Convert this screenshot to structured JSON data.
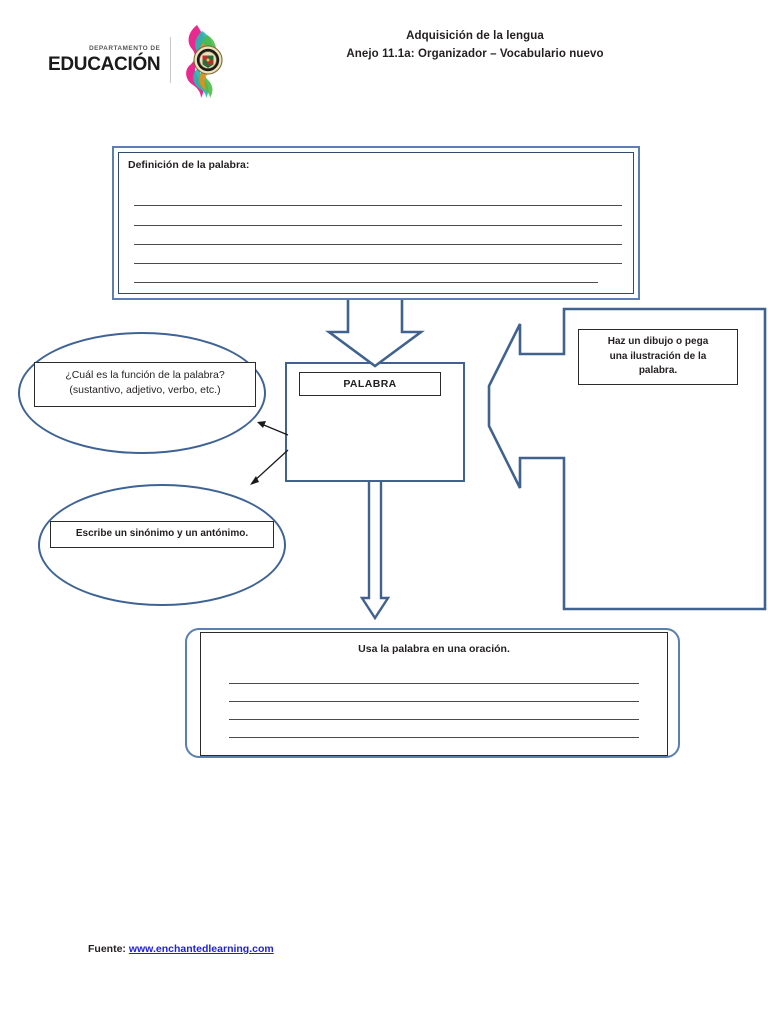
{
  "header": {
    "logo": {
      "dept_label": "DEPARTAMENTO DE",
      "org_label": "EDUCACIÓN",
      "mark_name": "puerto-rico-education-seal"
    },
    "title_line1": "Adquisición de la lengua",
    "title_line2": "Anejo 11.1a: Organizador – Vocabulario nuevo"
  },
  "definition": {
    "label": "Definición de la palabra:",
    "writing_lines": 5
  },
  "center": {
    "word_label": "PALABRA"
  },
  "callouts": {
    "funcion": {
      "line1": "¿Cuál es la función de la palabra?",
      "line2": "(sustantivo, adjetivo, verbo, etc.)"
    },
    "sinonimo": {
      "line1": "Escribe un sinónimo y un antónimo."
    },
    "dibujo": {
      "line1": "Haz un dibujo o pega",
      "line2": "una ilustración de la",
      "line3": "palabra."
    }
  },
  "sentence": {
    "title": "Usa la palabra en una oración.",
    "writing_lines": 4
  },
  "footer": {
    "label": "Fuente:",
    "link_text": "www.enchantedlearning.com"
  },
  "colors": {
    "accent_blue": "#41628d",
    "light_blue": "#5b7fae",
    "link_blue": "#2020dd",
    "rule_gray": "#4b4b4b"
  }
}
